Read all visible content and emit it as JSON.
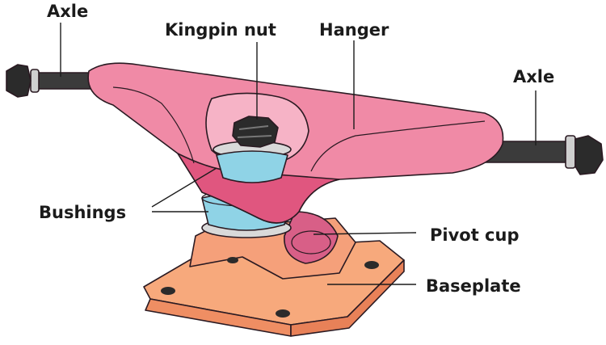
{
  "labels": {
    "axle_left": "Axle",
    "kingpin_nut": "Kingpin nut",
    "hanger": "Hanger",
    "axle_right": "Axle",
    "bushings": "Bushings",
    "pivot_cup": "Pivot cup",
    "baseplate": "Baseplate"
  },
  "colors": {
    "hanger": "#f08aa6",
    "hanger_shade": "#e0567f",
    "bushing": "#8fd3e6",
    "washer": "#d9d9d9",
    "baseplate": "#f7a97c",
    "baseplate_shade": "#ef8e63",
    "axle": "#3b3b3b",
    "nut": "#2b2b2b"
  }
}
